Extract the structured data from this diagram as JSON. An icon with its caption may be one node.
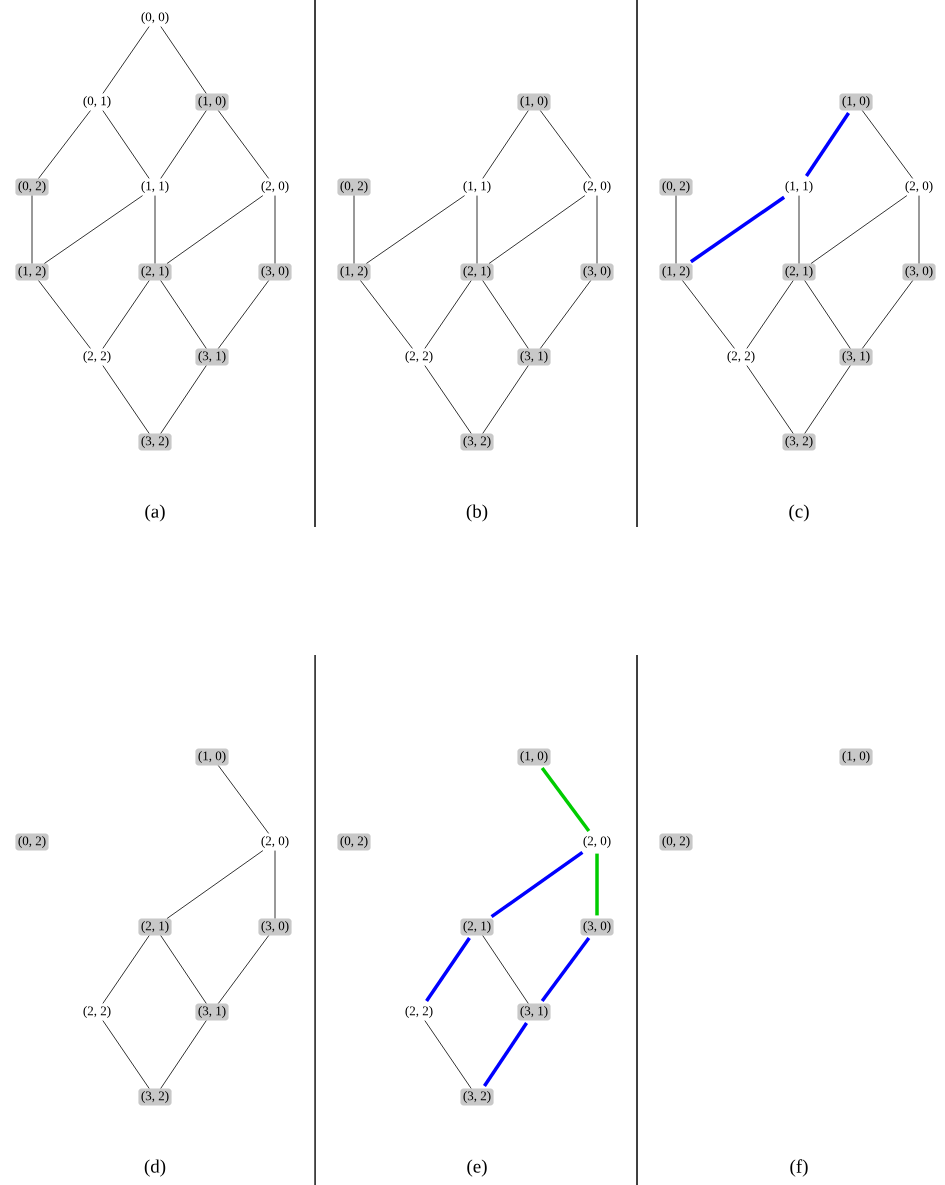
{
  "diagram": {
    "nodes": [
      {
        "text": [
          "(0, 0)"
        ]
      },
      {
        "text": [
          "(0, 1)"
        ]
      },
      {
        "text": [
          "(1, 0)"
        ]
      },
      {
        "text": [
          "(0, 2)"
        ]
      },
      {
        "text": [
          "(1, 1)"
        ]
      },
      {
        "text": [
          "(2, 0)"
        ]
      },
      {
        "text": [
          "(1, 2)"
        ]
      },
      {
        "text": [
          "(2, 1)"
        ]
      },
      {
        "text": [
          "(3, 0)"
        ]
      },
      {
        "text": [
          "(2, 2)"
        ]
      },
      {
        "text": [
          "(3, 1)"
        ]
      },
      {
        "text": [
          "(3, 2)"
        ]
      },
      {
        "text": [
          "(1, 0)"
        ]
      },
      {
        "text": [
          "(0, 2)"
        ]
      },
      {
        "text": [
          "(1, 1)"
        ]
      },
      {
        "text": [
          "(2, 0)"
        ]
      },
      {
        "text": [
          "(1, 2)"
        ]
      },
      {
        "text": [
          "(2, 1)"
        ]
      },
      {
        "text": [
          "(3, 0)"
        ]
      },
      {
        "text": [
          "(2, 2)"
        ]
      },
      {
        "text": [
          "(3, 1)"
        ]
      },
      {
        "text": [
          "(3, 2)"
        ]
      },
      {
        "text": [
          "(1, 0)"
        ]
      },
      {
        "text": [
          "(0, 2)"
        ]
      },
      {
        "text": [
          "(1, 1)"
        ]
      },
      {
        "text": [
          "(2, 0)"
        ]
      },
      {
        "text": [
          "(1, 2)"
        ]
      },
      {
        "text": [
          "(2, 1)"
        ]
      },
      {
        "text": [
          "(3, 0)"
        ]
      },
      {
        "text": [
          "(2, 2)"
        ]
      },
      {
        "text": [
          "(3, 1)"
        ]
      },
      {
        "text": [
          "(3, 2)"
        ]
      },
      {
        "text": [
          "(1, 0)"
        ]
      },
      {
        "text": [
          "(0, 2)"
        ]
      },
      {
        "text": [
          "(2, 0)"
        ]
      },
      {
        "text": [
          "(2, 1)"
        ]
      },
      {
        "text": [
          "(3, 0)"
        ]
      },
      {
        "text": [
          "(2, 2)"
        ]
      },
      {
        "text": [
          "(3, 1)"
        ]
      },
      {
        "text": [
          "(3, 2)"
        ]
      },
      {
        "text": [
          "(1, 0)"
        ]
      },
      {
        "text": [
          "(0, 2)"
        ]
      },
      {
        "text": [
          "(2, 0)"
        ]
      },
      {
        "text": [
          "(2, 1)"
        ]
      },
      {
        "text": [
          "(3, 0)"
        ]
      },
      {
        "text": [
          "(2, 2)"
        ]
      },
      {
        "text": [
          "(3, 1)"
        ]
      },
      {
        "text": [
          "(3, 2)"
        ]
      },
      {
        "text": [
          "(1, 0)"
        ]
      },
      {
        "text": [
          "(0, 2)"
        ]
      }
    ],
    "edges": [
      {
        "from": 0,
        "to": 1,
        "arrow": "none"
      },
      {
        "from": 0,
        "to": 2,
        "arrow": "none"
      },
      {
        "from": 1,
        "to": 3,
        "arrow": "none"
      },
      {
        "from": 1,
        "to": 4,
        "arrow": "none"
      },
      {
        "from": 2,
        "to": 4,
        "arrow": "none"
      },
      {
        "from": 2,
        "to": 5,
        "arrow": "none"
      },
      {
        "from": 3,
        "to": 6,
        "arrow": "none"
      },
      {
        "from": 4,
        "to": 6,
        "arrow": "none"
      },
      {
        "from": 4,
        "to": 7,
        "arrow": "none"
      },
      {
        "from": 5,
        "to": 7,
        "arrow": "none"
      },
      {
        "from": 5,
        "to": 8,
        "arrow": "none"
      },
      {
        "from": 6,
        "to": 9,
        "arrow": "none"
      },
      {
        "from": 7,
        "to": 9,
        "arrow": "none"
      },
      {
        "from": 7,
        "to": 10,
        "arrow": "none"
      },
      {
        "from": 8,
        "to": 10,
        "arrow": "none"
      },
      {
        "from": 9,
        "to": 11,
        "arrow": "none"
      },
      {
        "from": 10,
        "to": 11,
        "arrow": "none"
      },
      {
        "from": 12,
        "to": 14,
        "arrow": "none"
      },
      {
        "from": 12,
        "to": 15,
        "arrow": "none"
      },
      {
        "from": 13,
        "to": 16,
        "arrow": "none"
      },
      {
        "from": 14,
        "to": 16,
        "arrow": "none"
      },
      {
        "from": 14,
        "to": 17,
        "arrow": "none"
      },
      {
        "from": 15,
        "to": 17,
        "arrow": "none"
      },
      {
        "from": 15,
        "to": 18,
        "arrow": "none"
      },
      {
        "from": 16,
        "to": 19,
        "arrow": "none"
      },
      {
        "from": 17,
        "to": 19,
        "arrow": "none"
      },
      {
        "from": 17,
        "to": 20,
        "arrow": "none"
      },
      {
        "from": 18,
        "to": 20,
        "arrow": "none"
      },
      {
        "from": 19,
        "to": 21,
        "arrow": "none"
      },
      {
        "from": 20,
        "to": 21,
        "arrow": "none"
      },
      {
        "from": 22,
        "to": 24,
        "arrow": "none",
        "style": "thick",
        "color": "#0000ff"
      },
      {
        "from": 22,
        "to": 25,
        "arrow": "none"
      },
      {
        "from": 23,
        "to": 26,
        "arrow": "none"
      },
      {
        "from": 24,
        "to": 26,
        "arrow": "none",
        "style": "thick",
        "color": "#0000ff"
      },
      {
        "from": 24,
        "to": 27,
        "arrow": "none"
      },
      {
        "from": 25,
        "to": 27,
        "arrow": "none"
      },
      {
        "from": 25,
        "to": 28,
        "arrow": "none"
      },
      {
        "from": 26,
        "to": 29,
        "arrow": "none"
      },
      {
        "from": 27,
        "to": 29,
        "arrow": "none"
      },
      {
        "from": 27,
        "to": 30,
        "arrow": "none"
      },
      {
        "from": 28,
        "to": 30,
        "arrow": "none"
      },
      {
        "from": 29,
        "to": 31,
        "arrow": "none"
      },
      {
        "from": 30,
        "to": 31,
        "arrow": "none"
      },
      {
        "from": 32,
        "to": 34,
        "arrow": "none"
      },
      {
        "from": 34,
        "to": 35,
        "arrow": "none"
      },
      {
        "from": 34,
        "to": 36,
        "arrow": "none"
      },
      {
        "from": 35,
        "to": 37,
        "arrow": "none"
      },
      {
        "from": 35,
        "to": 38,
        "arrow": "none"
      },
      {
        "from": 36,
        "to": 38,
        "arrow": "none"
      },
      {
        "from": 37,
        "to": 39,
        "arrow": "none"
      },
      {
        "from": 38,
        "to": 39,
        "arrow": "none"
      },
      {
        "from": 40,
        "to": 42,
        "arrow": "none",
        "style": "thick",
        "color": "#00cc00"
      },
      {
        "from": 42,
        "to": 43,
        "arrow": "none",
        "style": "thick",
        "color": "#0000ff"
      },
      {
        "from": 42,
        "to": 44,
        "arrow": "none",
        "style": "thick",
        "color": "#00cc00"
      },
      {
        "from": 43,
        "to": 45,
        "arrow": "none",
        "style": "thick",
        "color": "#0000ff"
      },
      {
        "from": 43,
        "to": 46,
        "arrow": "none"
      },
      {
        "from": 44,
        "to": 46,
        "arrow": "none",
        "style": "thick",
        "color": "#0000ff"
      },
      {
        "from": 45,
        "to": 47,
        "arrow": "none"
      },
      {
        "from": 46,
        "to": 47,
        "arrow": "none",
        "style": "thick",
        "color": "#0000ff"
      }
    ],
    "labels": [
      "(a)",
      "(b)",
      "(c)",
      "(d)",
      "(e)",
      "(f)"
    ]
  }
}
